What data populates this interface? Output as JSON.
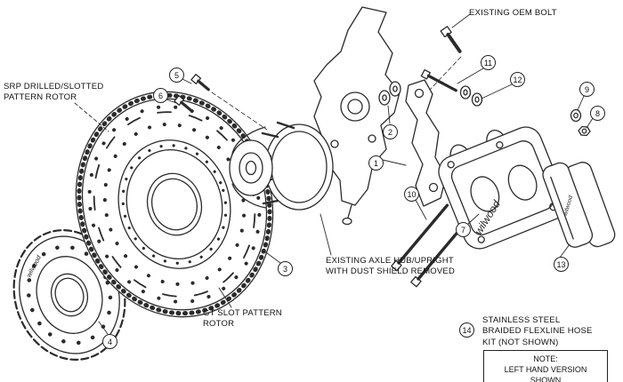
{
  "labels": {
    "oem_bolt": "EXISTING OEM BOLT",
    "srp_rotor": "SRP DRILLED/SLOTTED\nPATTERN ROTOR",
    "axle_hub": "EXISTING AXLE HUB/UPRIGHT\nWITH DUST SHIELD REMOVED",
    "gt_rotor": "GT SLOT PATTERN\nROTOR",
    "hose_kit": "STAINLESS STEEL\nBRAIDED FLEXLINE HOSE\nKIT (NOT SHOWN)"
  },
  "note": {
    "title": "NOTE:",
    "text": "LEFT HAND VERSION SHOWN"
  },
  "brand": {
    "caliper": "wilwood",
    "hat": "wilwood",
    "pad": "wilwood"
  },
  "callouts": [
    {
      "n": "1"
    },
    {
      "n": "2"
    },
    {
      "n": "3"
    },
    {
      "n": "4"
    },
    {
      "n": "5"
    },
    {
      "n": "6"
    },
    {
      "n": "7"
    },
    {
      "n": "8"
    },
    {
      "n": "9"
    },
    {
      "n": "10"
    },
    {
      "n": "11"
    },
    {
      "n": "12"
    },
    {
      "n": "13"
    },
    {
      "n": "14"
    }
  ],
  "colors": {
    "line": "#2b2b2b",
    "background": "#ffffff",
    "text": "#111111"
  }
}
